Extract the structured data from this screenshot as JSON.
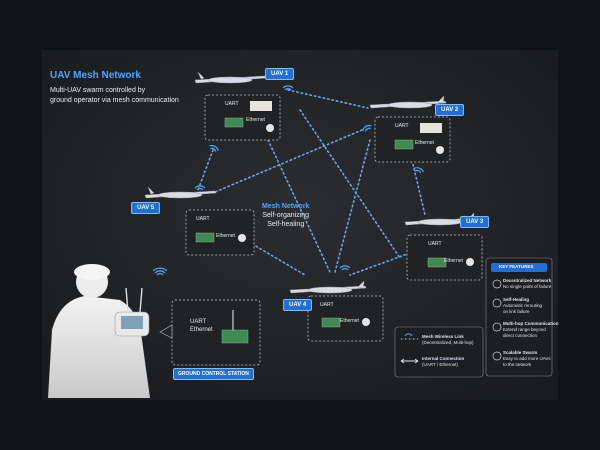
{
  "header": {
    "title": "UAV Mesh Network",
    "subtitle_line1": "Multi-UAV swarm controlled by",
    "subtitle_line2": "ground operator via mesh communication"
  },
  "uavs": [
    "UAV 1",
    "UAV 2",
    "UAV 3",
    "UAV 4",
    "UAV 5"
  ],
  "module_labels": {
    "uart": "UART",
    "ethernet": "Ethernet"
  },
  "mesh": {
    "title": "Mesh Network",
    "line1": "Self-organizing",
    "line2": "Self-healing"
  },
  "gcs": {
    "title": "GROUND CONTROL STATION",
    "uart": "UART",
    "ethernet": "Ethernet"
  },
  "legend": {
    "mesh_link_title": "Mesh Wireless Link",
    "mesh_link_sub": "(Decentralized, Multi-hop)",
    "internal_title": "Internal Connection",
    "internal_sub": "(UART / Ethernet)"
  },
  "features": {
    "title": "KEY FEATURES",
    "items": [
      {
        "title": "Decentralized Network",
        "desc": "No single point of failure"
      },
      {
        "title": "Self-Healing",
        "desc1": "Automatic rerouting",
        "desc2": "on link failure"
      },
      {
        "title": "Multi-hop Communication",
        "desc1": "Extend range beyond",
        "desc2": "direct connection"
      },
      {
        "title": "Scalable Swarm",
        "desc1": "Easy to add more UAVs",
        "desc2": "to the network"
      }
    ]
  },
  "colors": {
    "accent": "#4da6ff",
    "tag_bg": "#1f6fd6",
    "panel": "#222426",
    "background": "#121314"
  }
}
